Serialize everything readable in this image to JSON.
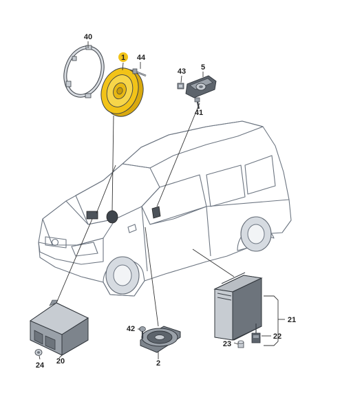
{
  "colors": {
    "highlight": "#f2c318",
    "vehicle_fill": "#e9ecf0",
    "glass_fill": "#c9d3de",
    "part_fill": "#c7ccd2",
    "part_dark": "#8c939b"
  },
  "callouts": [
    {
      "id": "1",
      "label": "1",
      "highlighted": true
    },
    {
      "id": "2",
      "label": "2"
    },
    {
      "id": "5",
      "label": "5"
    },
    {
      "id": "20",
      "label": "20"
    },
    {
      "id": "21",
      "label": "21"
    },
    {
      "id": "22",
      "label": "22"
    },
    {
      "id": "23",
      "label": "23"
    },
    {
      "id": "24",
      "label": "24"
    },
    {
      "id": "40",
      "label": "40"
    },
    {
      "id": "41",
      "label": "41"
    },
    {
      "id": "42",
      "label": "42"
    },
    {
      "id": "43",
      "label": "43"
    },
    {
      "id": "44",
      "label": "44"
    }
  ]
}
